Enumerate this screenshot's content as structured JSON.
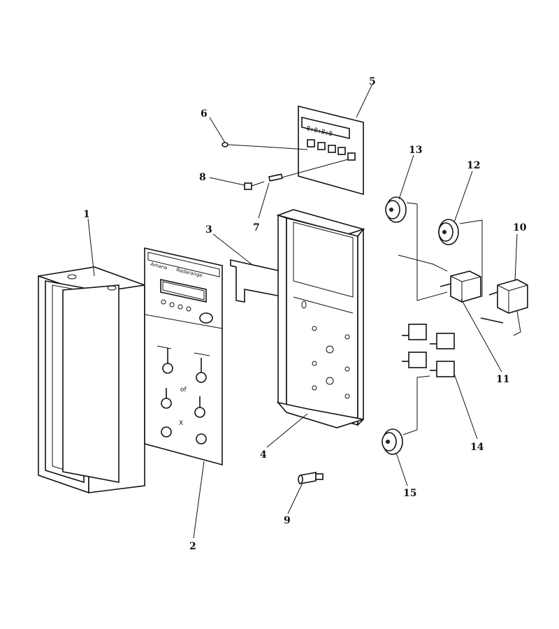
{
  "callouts": [
    "1",
    "2",
    "3",
    "4",
    "5",
    "6",
    "7",
    "8",
    "9",
    "10",
    "11",
    "12",
    "13",
    "14",
    "15"
  ],
  "panel_text": {
    "brand": "Amana",
    "line2": "Radarange"
  },
  "colors": {
    "ink": "#111111",
    "paper": "#ffffff"
  }
}
